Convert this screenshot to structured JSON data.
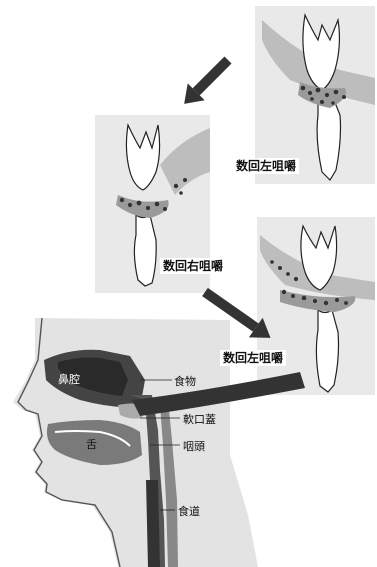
{
  "steps": [
    {
      "label": "数回左咀嚼"
    },
    {
      "label": "数回右咀嚼"
    },
    {
      "label": "数回左咀嚼"
    }
  ],
  "anatomy": {
    "nasal_cavity": "鼻腔",
    "tongue": "舌",
    "food": "食物",
    "soft_palate": "軟口蓋",
    "pharynx": "咽頭",
    "esophagus": "食道"
  }
}
